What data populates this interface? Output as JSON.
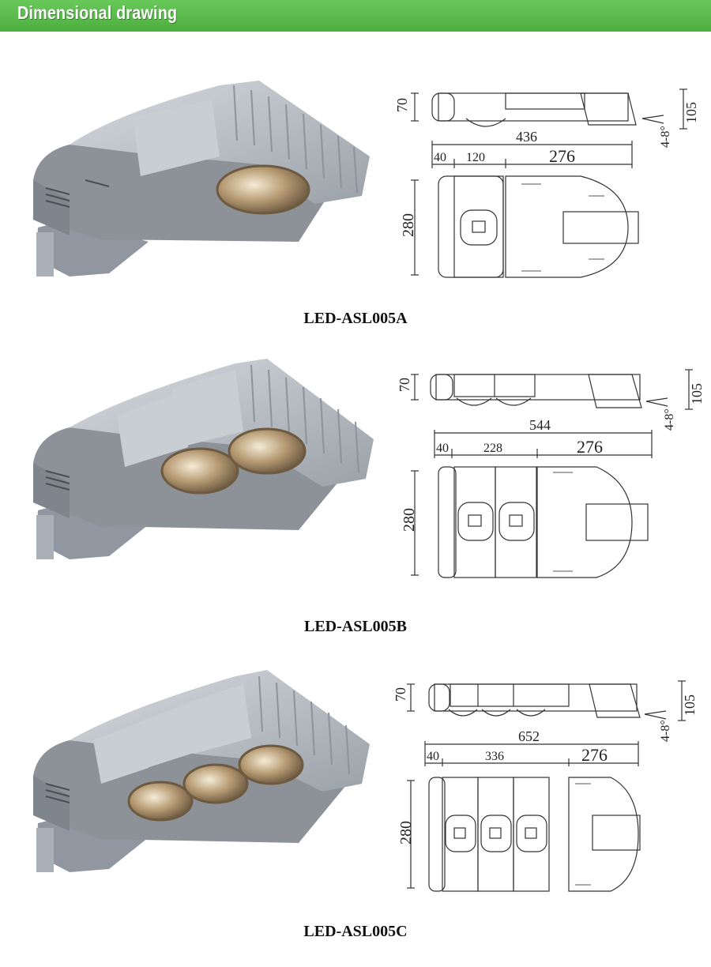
{
  "header": {
    "title": "Dimensional drawing"
  },
  "products": [
    {
      "model": "LED-ASL005A",
      "modules": 1,
      "dims": {
        "height": "70",
        "side_height": "105",
        "tilt": "4-8°",
        "length": "436",
        "edge": "40",
        "module_span": "120",
        "driver": "276",
        "width": "280"
      }
    },
    {
      "model": "LED-ASL005B",
      "modules": 2,
      "dims": {
        "height": "70",
        "side_height": "105",
        "tilt": "4-8°",
        "length": "544",
        "edge": "40",
        "module_span": "228",
        "driver": "276",
        "width": "280"
      }
    },
    {
      "model": "LED-ASL005C",
      "modules": 3,
      "dims": {
        "height": "70",
        "side_height": "105",
        "tilt": "4-8°",
        "length": "652",
        "edge": "40",
        "module_span": "336",
        "driver": "276",
        "width": "280"
      }
    }
  ],
  "colors": {
    "header": "#4caf3f",
    "housing": "#b8bec5",
    "underside": "#8a8f96",
    "line": "#333333"
  }
}
